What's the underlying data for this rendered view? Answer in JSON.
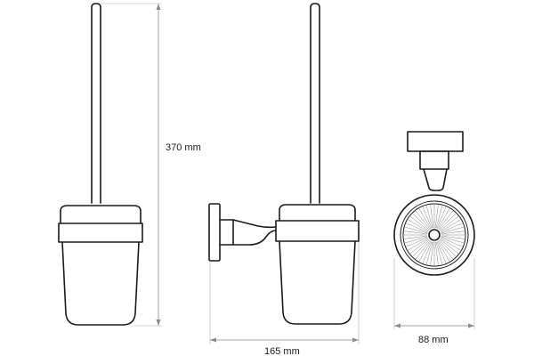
{
  "dimensions": {
    "height_label": "370 mm",
    "width_label": "165 mm",
    "depth_label": "88 mm"
  },
  "colors": {
    "line": "#1a1a1a",
    "dimension": "#8a8a8a",
    "background": "#ffffff"
  }
}
